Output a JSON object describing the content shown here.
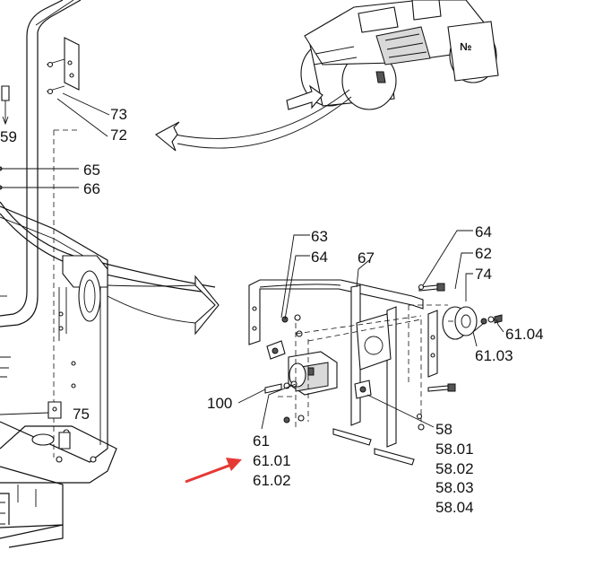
{
  "labels": {
    "l73": "73",
    "l72": "72",
    "l59": "59",
    "l65": "65",
    "l66": "66",
    "l75": "75",
    "l63": "63",
    "l64a": "64",
    "l67": "67",
    "l64b": "64",
    "l62": "62",
    "l74": "74",
    "l6104": "61.04",
    "l6103": "61.03",
    "l100": "100",
    "l58": "58",
    "l5801": "58.01",
    "l5802": "58.02",
    "l5803": "58.03",
    "l5804": "58.04",
    "l61": "61",
    "l6101": "61.01",
    "l6102": "61.02"
  },
  "colors": {
    "highlight_arrow": "#e53935"
  }
}
